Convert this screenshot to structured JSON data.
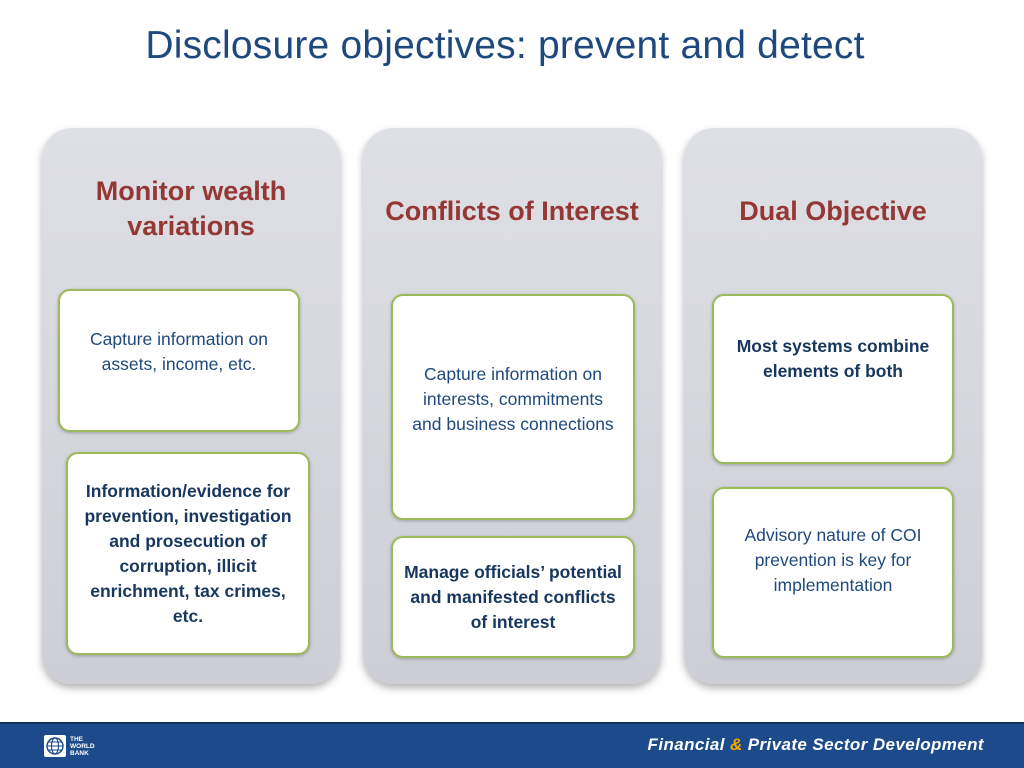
{
  "slide": {
    "title": "Disclosure objectives: prevent and detect"
  },
  "columns": [
    {
      "title": "Monitor wealth variations",
      "cards": [
        "Capture information on assets, income, etc.",
        "Information/evidence for prevention, investigation and prosecution of corruption, illicit enrichment, tax crimes, etc."
      ]
    },
    {
      "title": "Conflicts of Interest",
      "cards": [
        "Capture information on interests, commitments and business connections",
        "Manage officials’ potential and manifested conflicts of interest"
      ]
    },
    {
      "title": "Dual Objective",
      "cards": [
        "Most systems combine elements of both",
        "Advisory nature of COI prevention is key for implementation"
      ]
    }
  ],
  "footer": {
    "logo_text": "THE WORLD BANK",
    "logo_icon": "world-bank-globe-icon",
    "text_part1": "Financial",
    "text_amp": "&",
    "text_part2": "Private Sector Development",
    "colors": {
      "bar": "#1d4a8a",
      "amp": "#f2a900"
    }
  },
  "colors": {
    "title": "#1f497d",
    "column_heading": "#953735",
    "card_border": "#9bbb59"
  }
}
